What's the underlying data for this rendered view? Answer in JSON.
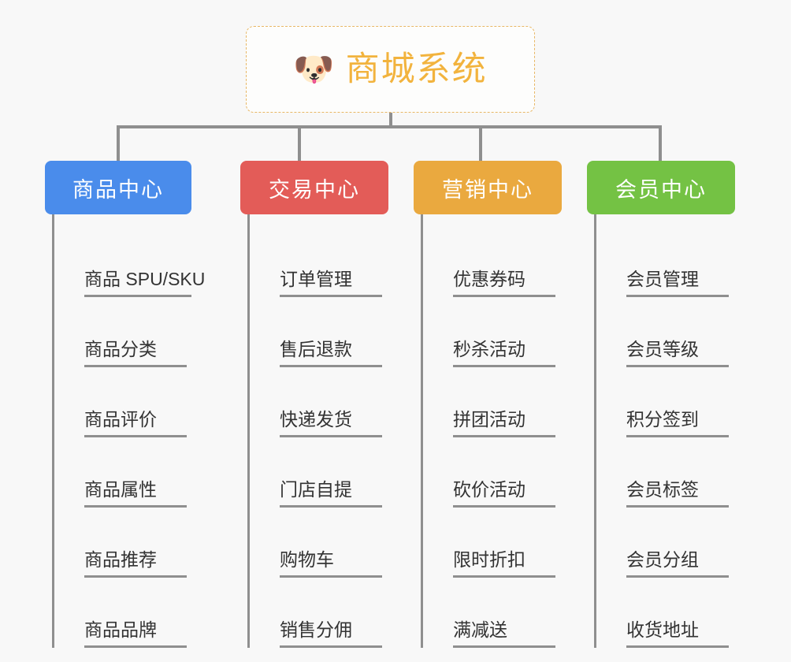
{
  "diagram": {
    "type": "org-chart-mindmap",
    "background_color": "#f8f8f8",
    "connector_color": "#8f8f8f",
    "root": {
      "icon": "shiba-dog-face-emoji",
      "icon_glyph": "🐶",
      "title": "商城系统",
      "text_color": "#f2b33d",
      "border_color": "#e8b765",
      "border_style": "dashed",
      "background_color": "#fdfdfc"
    },
    "categories": [
      {
        "id": "product-center",
        "label": "商品中心",
        "color": "#4a8ceb",
        "items": [
          "商品 SPU/SKU",
          "商品分类",
          "商品评价",
          "商品属性",
          "商品推荐",
          "商品品牌"
        ]
      },
      {
        "id": "trade-center",
        "label": "交易中心",
        "color": "#e35c58",
        "items": [
          "订单管理",
          "售后退款",
          "快递发货",
          "门店自提",
          "购物车",
          "销售分佣"
        ]
      },
      {
        "id": "marketing-center",
        "label": "营销中心",
        "color": "#eaa93f",
        "items": [
          "优惠券码",
          "秒杀活动",
          "拼团活动",
          "砍价活动",
          "限时折扣",
          "满减送"
        ]
      },
      {
        "id": "member-center",
        "label": "会员中心",
        "color": "#74c244",
        "items": [
          "会员管理",
          "会员等级",
          "积分签到",
          "会员标签",
          "会员分组",
          "收货地址"
        ]
      }
    ]
  }
}
